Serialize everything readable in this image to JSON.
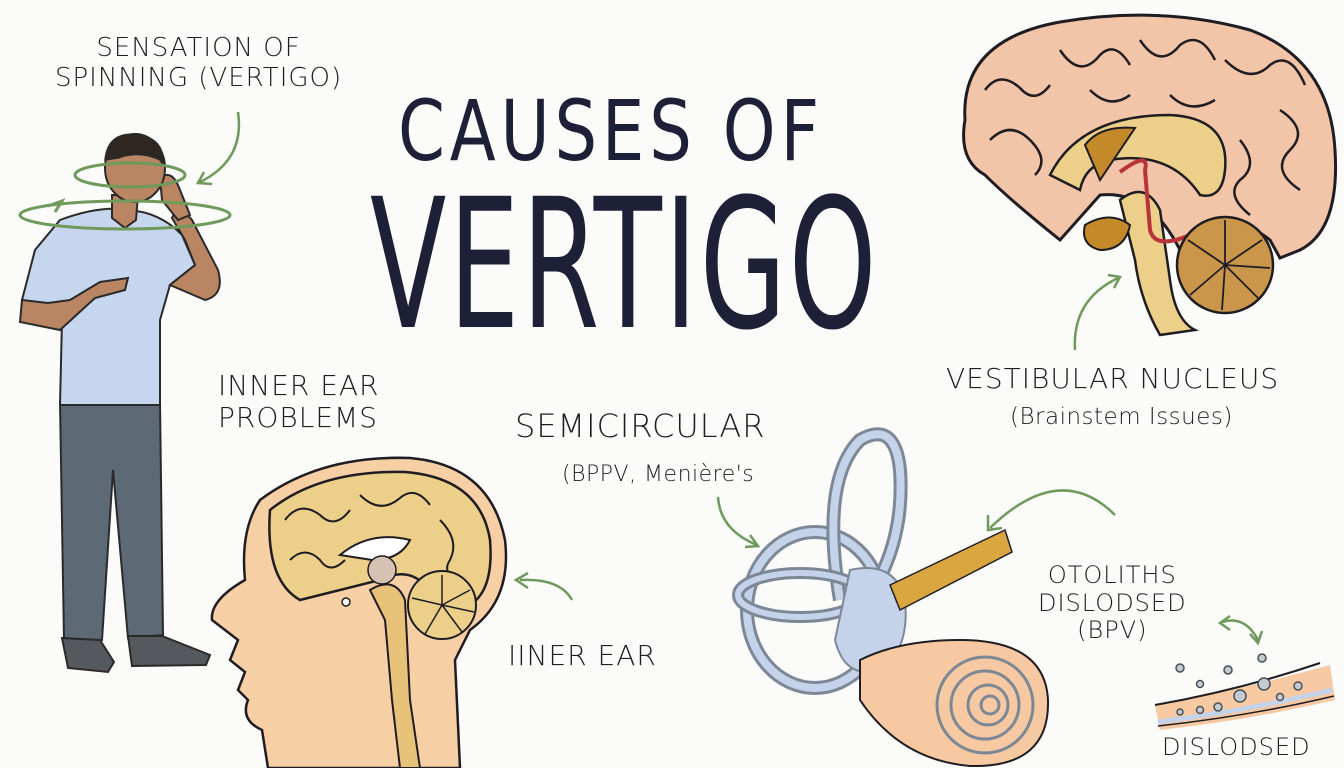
{
  "title": {
    "line1": "CAUSES OF",
    "line2": "VERTIGO",
    "color": "#1e2038"
  },
  "labels": {
    "sensation": "SENSATION OF\nSPINNING (VERTIGO)",
    "inner_ear_problems": "INNER EAR\nPROBLEMS",
    "semicircular": "SEMICIRCULAR",
    "semicircular_sub": "(BPPV, Menière's",
    "vestibular_nucleus": "VESTIBULAR NUCLEUS",
    "vestibular_sub": "(Brainstem Issues)",
    "inner_ear": "IINER EAR",
    "otoliths": "OTOLITHS\nDISLODSED\n(BPV)",
    "dislodsed": "DISLODSED"
  },
  "illustrations": {
    "person": "person-with-vertigo",
    "brain": "sagittal-brain-section",
    "head": "head-profile-cross-section",
    "inner_ear": "inner-ear-labyrinth",
    "otolith_canal": "otolith-crystals-in-canal"
  },
  "colors": {
    "arrow_green": "#6f9a5c",
    "shirt": "#c6d6ee",
    "pants": "#5d6a75",
    "skin": "#b98562",
    "brain_pink": "#f2c4a8",
    "brain_inner": "#ecd08a",
    "brain_dark": "#c48a2a",
    "head_skin": "#f7cfa4",
    "labyrinth_blue": "#c5d3ea",
    "labyrinth_outline": "#7d8896",
    "nerve": "#d9a640"
  }
}
